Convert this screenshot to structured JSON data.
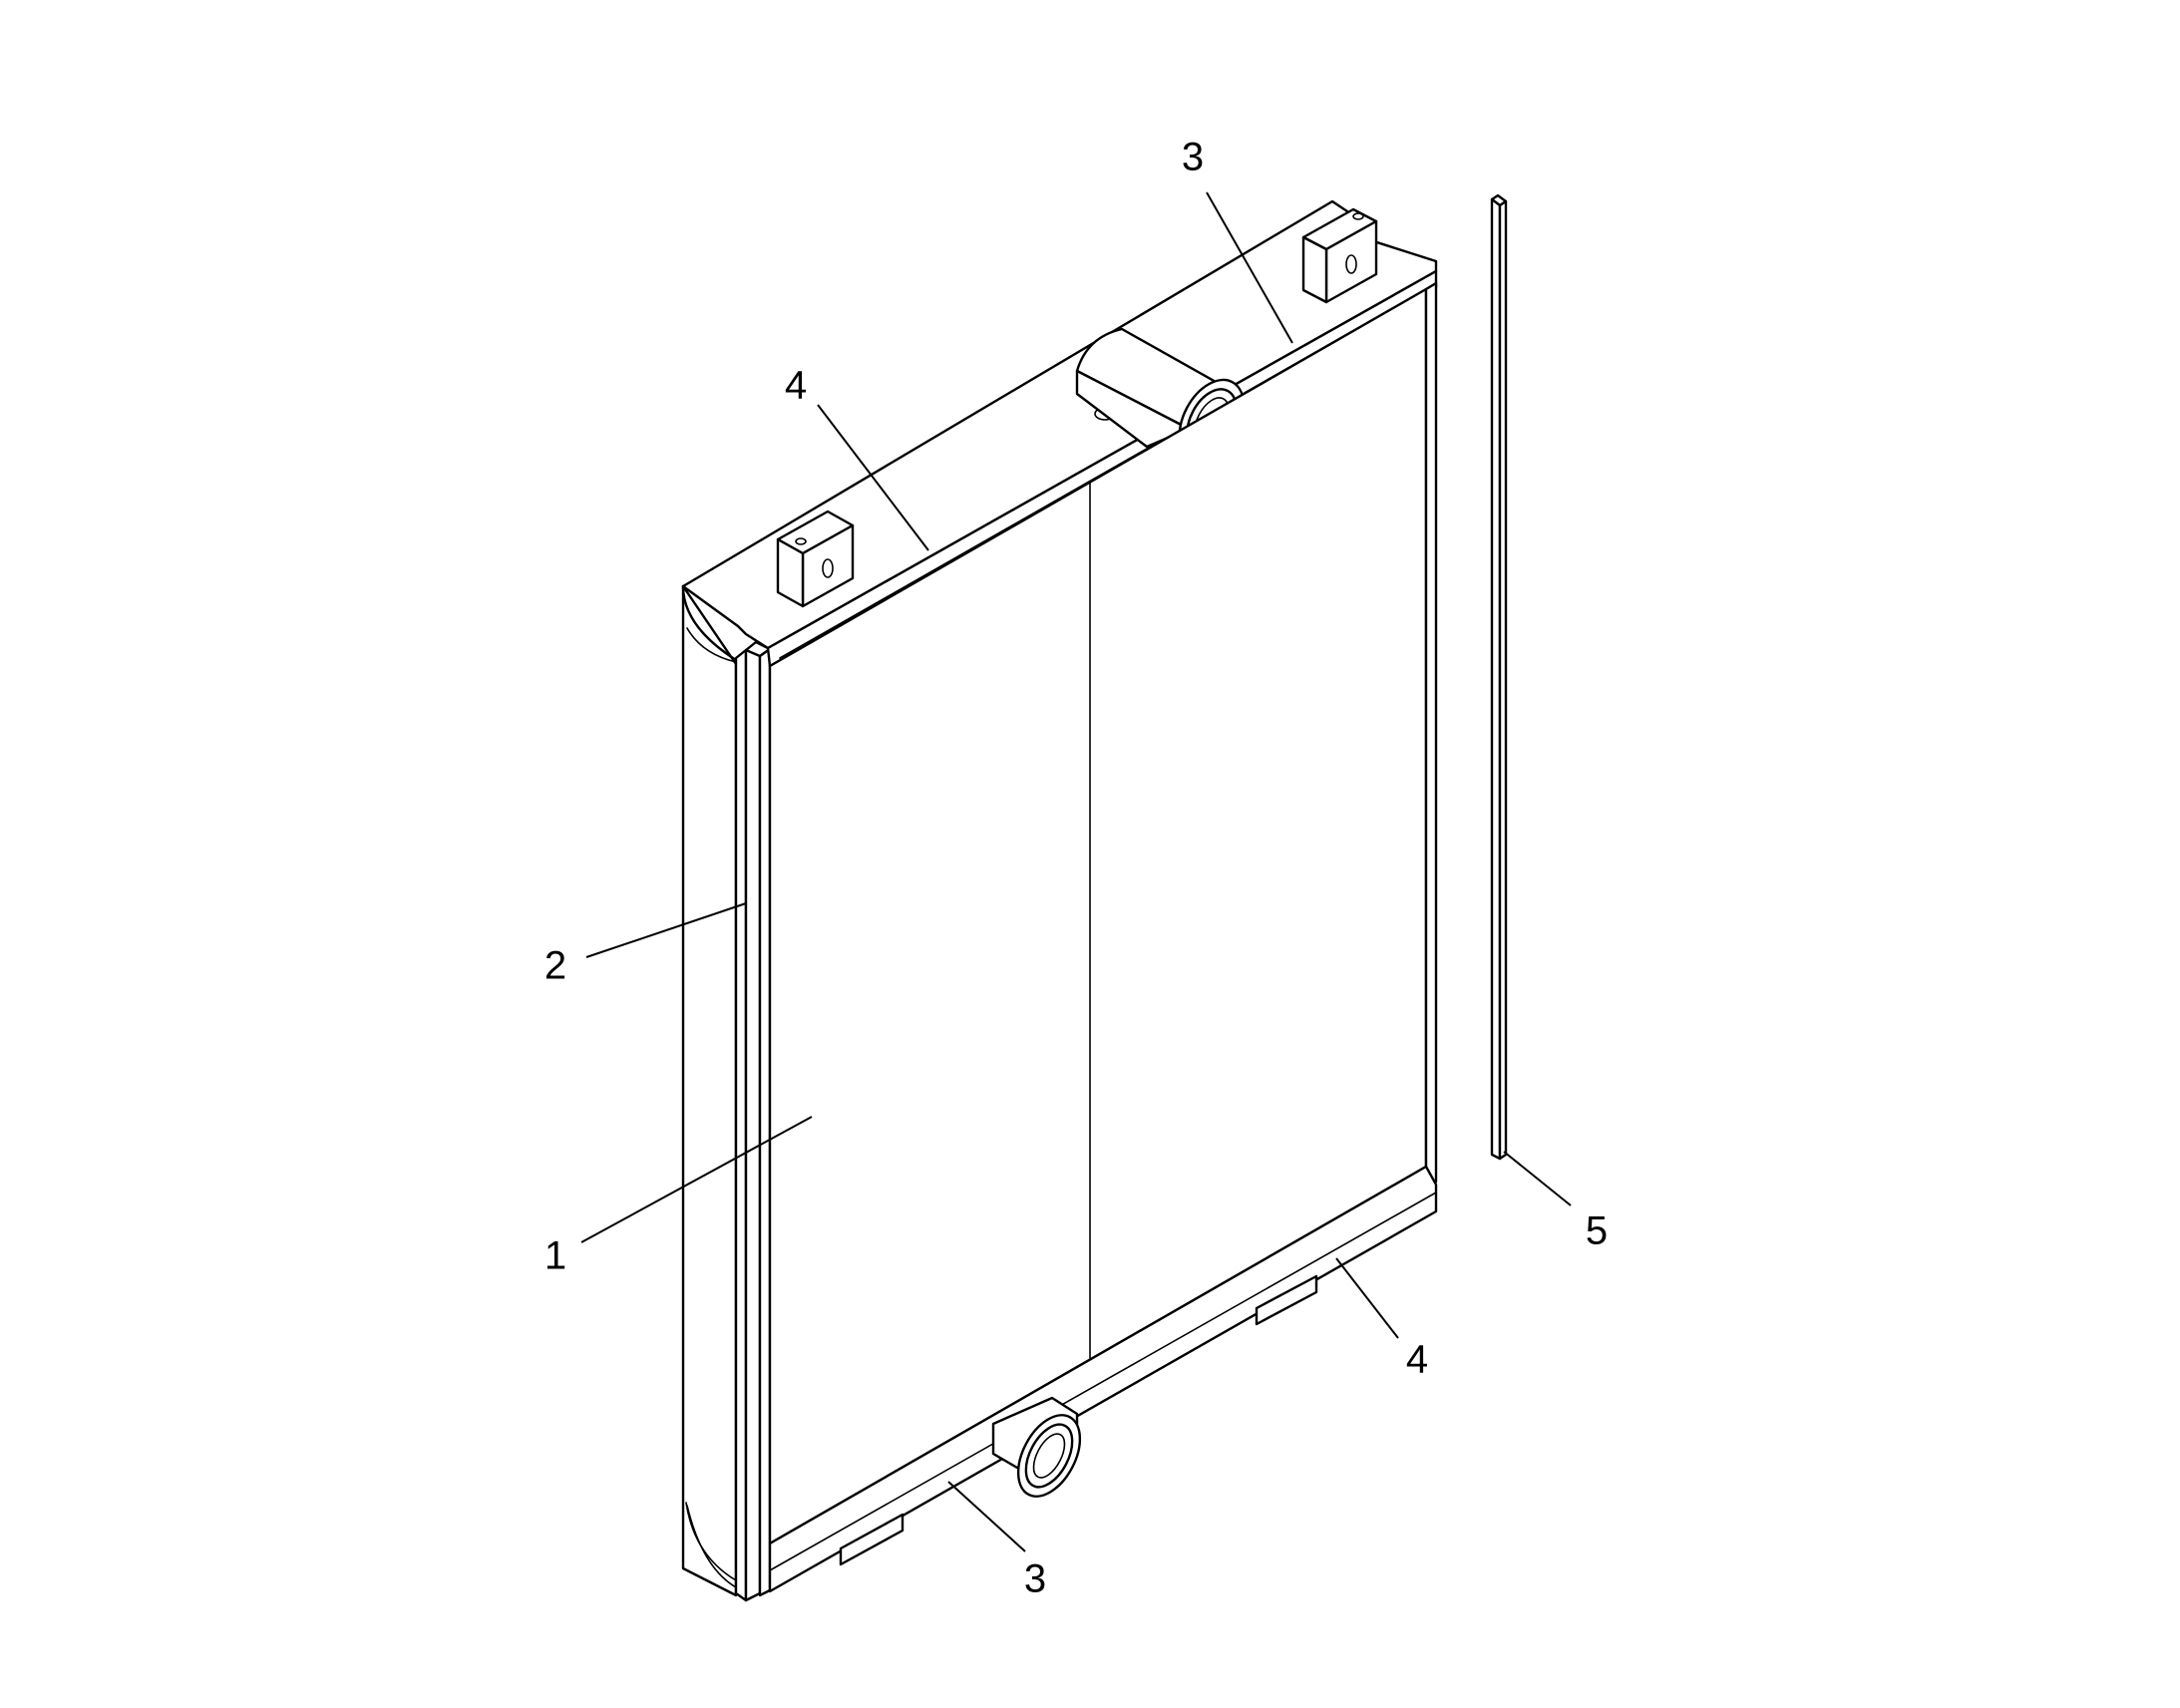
{
  "callouts": {
    "one": "1",
    "two": "2",
    "three_top": "3",
    "three_bottom": "3",
    "four_top": "4",
    "four_bottom": "4",
    "five": "5"
  },
  "colors": {
    "line": "#000000",
    "background": "#ffffff"
  }
}
